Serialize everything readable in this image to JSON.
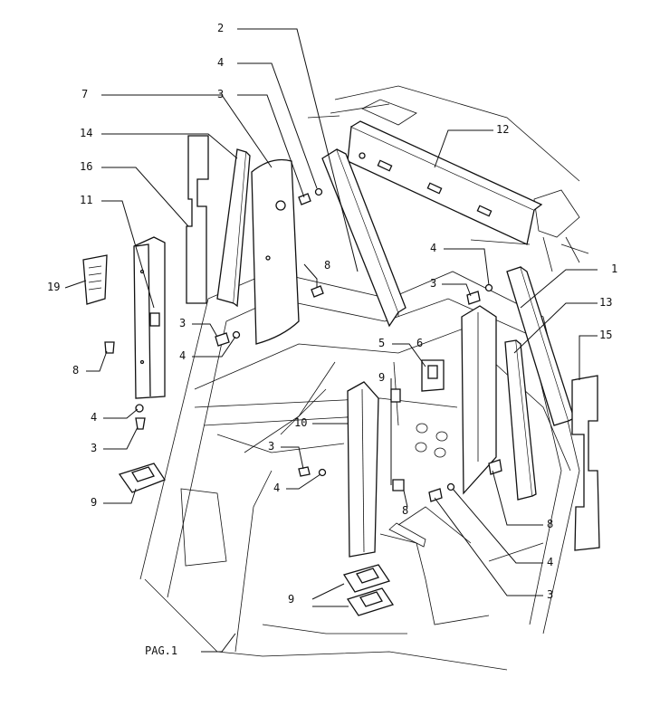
{
  "labels": {
    "l1": "1",
    "l2": "2",
    "l3": "3",
    "l4": "4",
    "l5": "5",
    "l6": "6",
    "l7": "7",
    "l8": "8",
    "l9": "9",
    "l10": "10",
    "l11": "11",
    "l12": "12",
    "l13": "13",
    "l14": "14",
    "l15": "15",
    "l16": "16",
    "l19": "19"
  },
  "page_ref": "PAG.1"
}
